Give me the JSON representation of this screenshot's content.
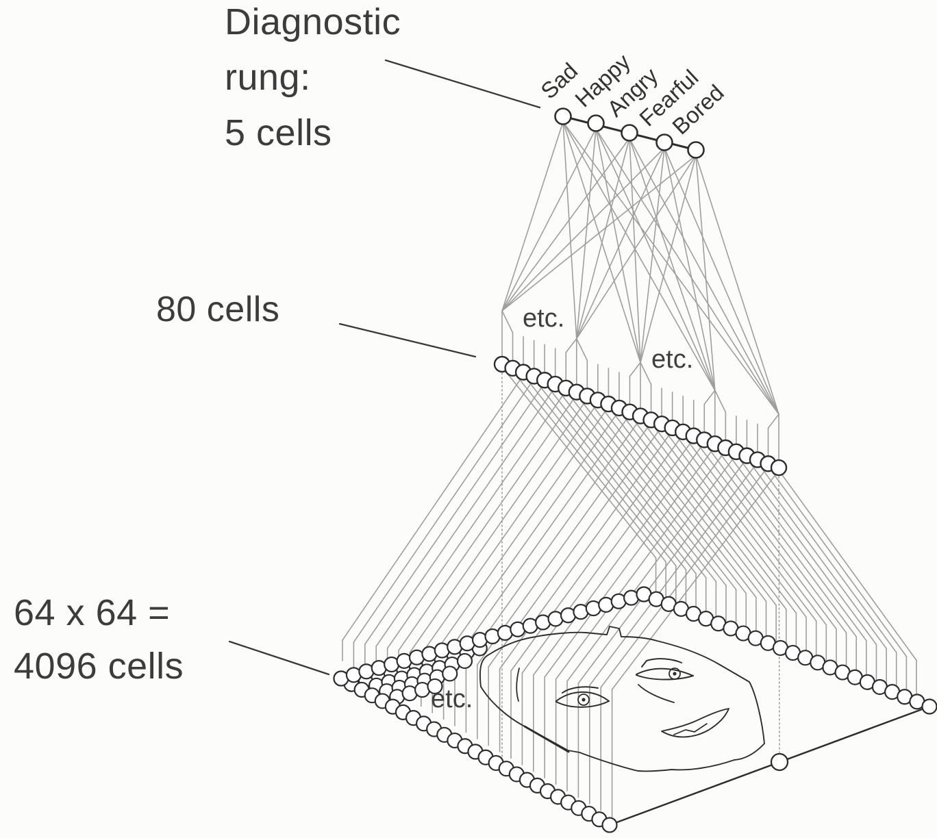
{
  "figure": {
    "caption_labels": {
      "output": {
        "line1": "Diagnostic",
        "line2": "rung:",
        "line3": "5 cells"
      },
      "hidden": "80 cells",
      "input": {
        "line1": "64 x 64 =",
        "line2": "4096 cells"
      }
    },
    "output_layer": {
      "count": 5,
      "labels": [
        "Sad",
        "Happy",
        "Angry",
        "Fearful",
        "Bored"
      ]
    },
    "hidden_layer": {
      "count": 80,
      "drawn_cells": 27
    },
    "input_layer": {
      "rows": 64,
      "cols": 64,
      "count": 4096
    },
    "etc": {
      "fan_left": "etc.",
      "fan_right": "etc.",
      "grid": "etc."
    },
    "colors": {
      "ink": "#2d2d2d",
      "wire": "#9e9e9e",
      "text": "#3c3c3c",
      "paper": "#fcfcfa"
    }
  }
}
